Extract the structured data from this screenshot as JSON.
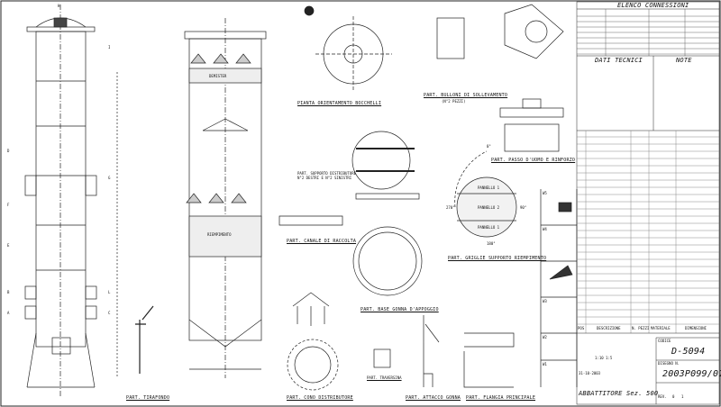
{
  "drawing": {
    "views": {
      "pianta": "PIANTA ORIENTAMENTO BOCCHELLI",
      "bulloni": "PART. BULLONI DI SOLLEVAMENTO",
      "bulloni_qty": "(N°2 PEZZI)",
      "passo": "PART. PASSO D'UOMO E RINFORZO",
      "supporto": "PART. SUPPORTO DISTRIBUTORE",
      "supporto_qty": "N°2 DESTRI E N°2 SINISTRI",
      "canale": "PART. CANALE DI RACCOLTA",
      "griglie": "PART. GRIGLIE SUPPORTO RIEMPIMENTO",
      "base": "PART. BASE GONNA D'APPOGGIO",
      "tirafondo": "PART. TIRAFONDO",
      "cono": "PART. CONO DISTRIBUTORE",
      "traversina": "PART. TRAVERSINA",
      "attacco": "PART. ATTACCO GONNA",
      "flangia": "PART. FLANGIA PRINCIPALE"
    },
    "internals": {
      "demister": "DEMISTER",
      "riempimento": "RIEMPIMENTO"
    },
    "panels": [
      "PANNELLO 1",
      "PANNELLO 2",
      "PANNELLO 1"
    ],
    "angles": [
      "0°",
      "90°",
      "180°",
      "270°"
    ],
    "nozzles": [
      "A",
      "B",
      "C",
      "D",
      "E",
      "F",
      "G",
      "H",
      "I",
      "L"
    ],
    "welds": [
      "W5",
      "W4",
      "W3",
      "W2",
      "W1"
    ]
  },
  "title_block": {
    "connections_title": "ELENCO CONNESSIONI",
    "data_title": "DATI TECNICI",
    "notes_title": "NOTE",
    "bom_headers": [
      "POS",
      "DESCRIZIONE",
      "N. PEZZI",
      "MATERIALE",
      "DIMENSIONI"
    ],
    "scale": "1:10  1:5",
    "date": "31-10-2003",
    "code_label": "CODICE",
    "code": "D-5094",
    "object": "ABBATTITORE Sez. 500",
    "drawing_no_label": "DISEGNO N.",
    "drawing_no": "2003P099/01",
    "rev_label": "REV.",
    "rev": [
      "0",
      "1"
    ]
  }
}
